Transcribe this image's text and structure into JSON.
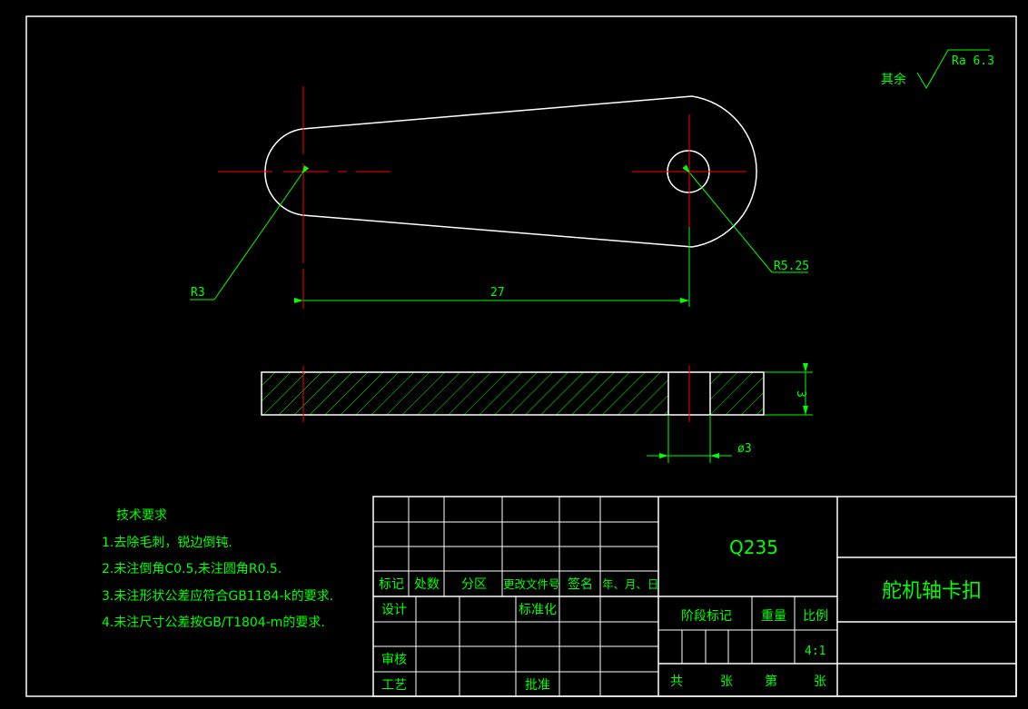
{
  "colors": {
    "background": "#000000",
    "outline": "#ffffff",
    "centerline": "#ff0000",
    "dimension": "#00ff00",
    "hatch": "#00ff00",
    "text": "#00ff00"
  },
  "surface_finish": {
    "label": "其余",
    "ra": "Ra 6.3"
  },
  "dimensions": {
    "r_small": "R3",
    "r_large": "R5.25",
    "length": "27",
    "thickness": "3",
    "hole_dia": "ø3"
  },
  "tech_requirements": {
    "title": "技术要求",
    "items": [
      "1.去除毛刺，锐边倒钝.",
      "2.未注倒角C0.5,未注圆角R0.5.",
      "3.未注形状公差应符合GB1184-k的要求.",
      "4.未注尺寸公差按GB/T1804-m的要求."
    ]
  },
  "title_block": {
    "revision_headers": [
      "标记",
      "处数",
      "分区",
      "更改文件号",
      "签名",
      "年、月、日"
    ],
    "design": "设计",
    "standardization": "标准化",
    "review": "审核",
    "process": "工艺",
    "approval": "批准",
    "material": "Q235",
    "part_name": "舵机轴卡扣",
    "stage_mark": "阶段标记",
    "weight": "重量",
    "scale_label": "比例",
    "scale_value": "4:1",
    "total": "共",
    "sheet": "张",
    "page": "第",
    "sheet2": "张"
  }
}
